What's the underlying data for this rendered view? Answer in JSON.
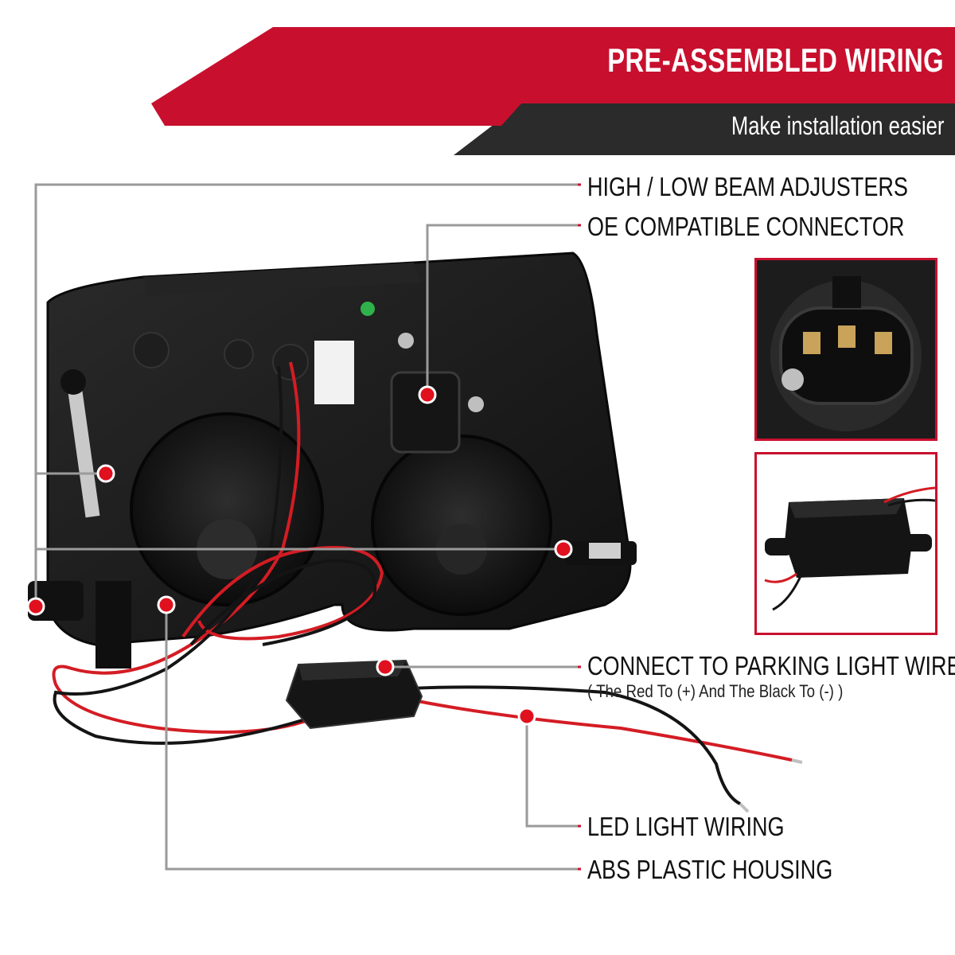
{
  "header": {
    "title": "PRE-ASSEMBLED WIRING",
    "subtitle": "Make installation easier"
  },
  "callouts": [
    {
      "label": "HIGH / LOW BEAM ADJUSTERS"
    },
    {
      "label": "OE COMPATIBLE CONNECTOR"
    },
    {
      "label": "CONNECT TO PARKING LIGHT WIRES",
      "note": "( The Red To (+) And The Black To (-) )"
    },
    {
      "label": "LED LIGHT WIRING"
    },
    {
      "label": "ABS PLASTIC HOUSING"
    }
  ],
  "colors": {
    "brand_red": "#c8102e",
    "banner_dark": "#2b2b2b",
    "housing": "#1b1b1b",
    "wire_red": "#d41c24",
    "wire_black": "#141414",
    "leader_line": "#9a9a9a"
  },
  "icons": [
    "callout-dot-icon"
  ]
}
